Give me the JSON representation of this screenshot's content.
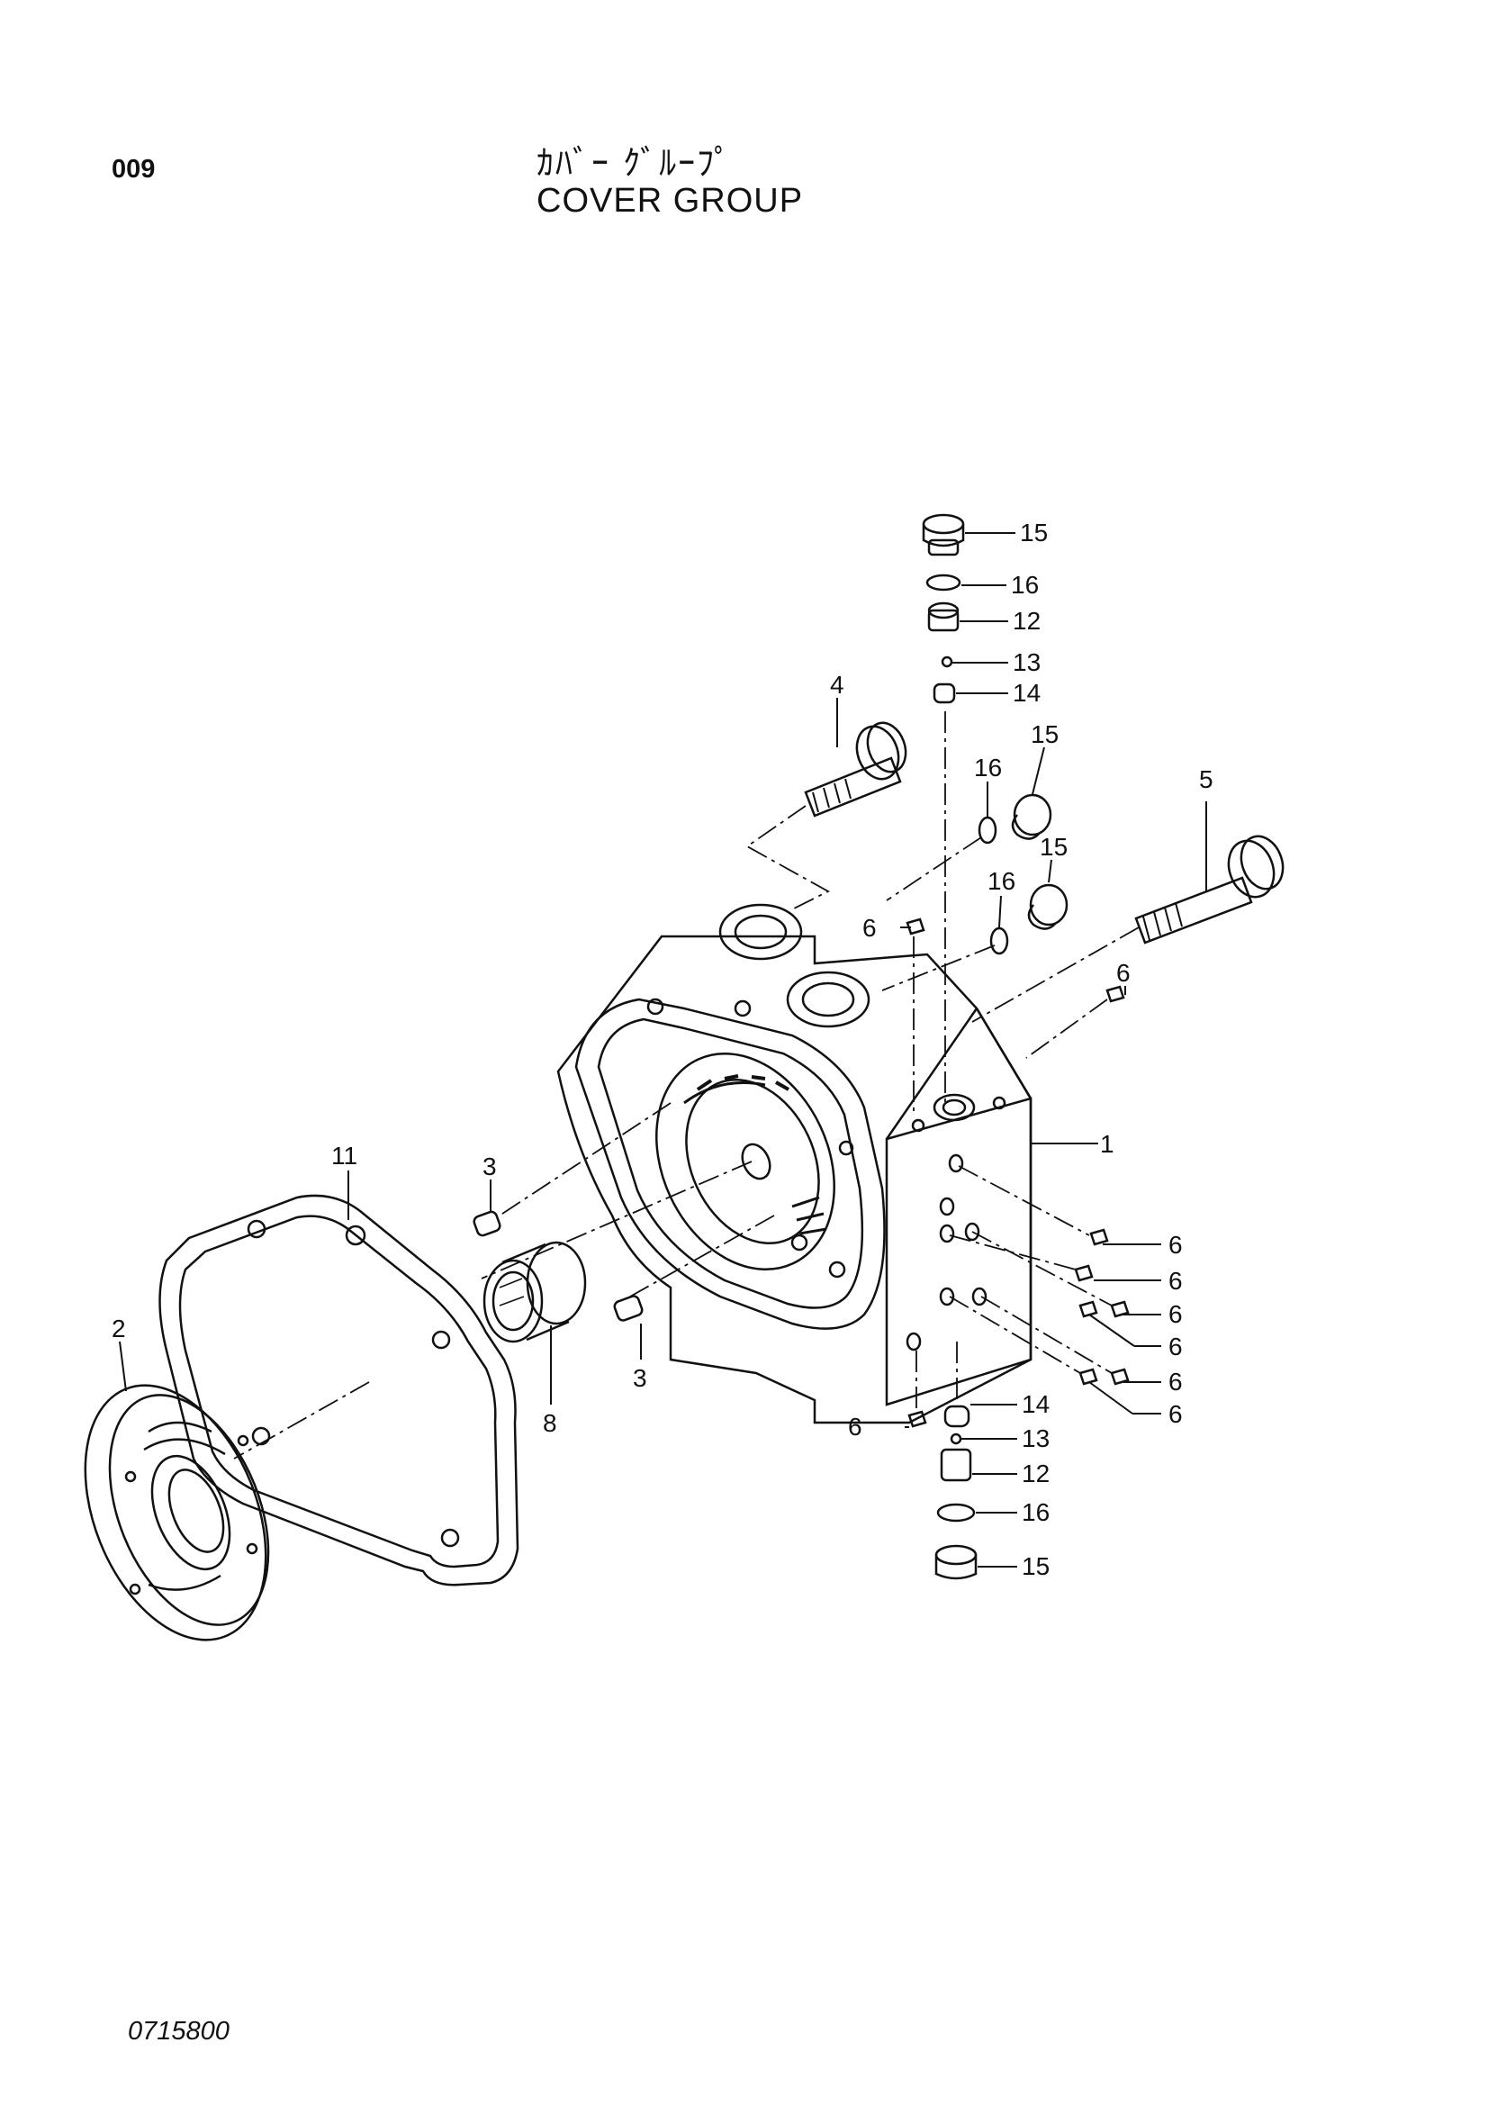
{
  "header": {
    "page_code": "009",
    "title_jp": "ｶﾊﾞｰ ｸﾞﾙｰﾌﾟ",
    "title_en": "COVER GROUP"
  },
  "footer": {
    "doc_number": "0715800"
  },
  "callouts": {
    "c1": "1",
    "c2": "2",
    "c3a": "3",
    "c3b": "3",
    "c4": "4",
    "c5": "5",
    "c6_top": "6",
    "c6_right": "6",
    "c6_r1": "6",
    "c6_r2": "6",
    "c6_r3": "6",
    "c6_r4": "6",
    "c6_r5": "6",
    "c6_r6": "6",
    "c6_bottom": "6",
    "c8": "8",
    "c11": "11",
    "c12_top": "12",
    "c12_bottom": "12",
    "c13_top": "13",
    "c13_bottom": "13",
    "c14_top": "14",
    "c14_bottom": "14",
    "c15_top": "15",
    "c15_mid1": "15",
    "c15_mid2": "15",
    "c15_bottom": "15",
    "c16_top": "16",
    "c16_mid1": "16",
    "c16_mid2": "16",
    "c16_bottom": "16"
  }
}
